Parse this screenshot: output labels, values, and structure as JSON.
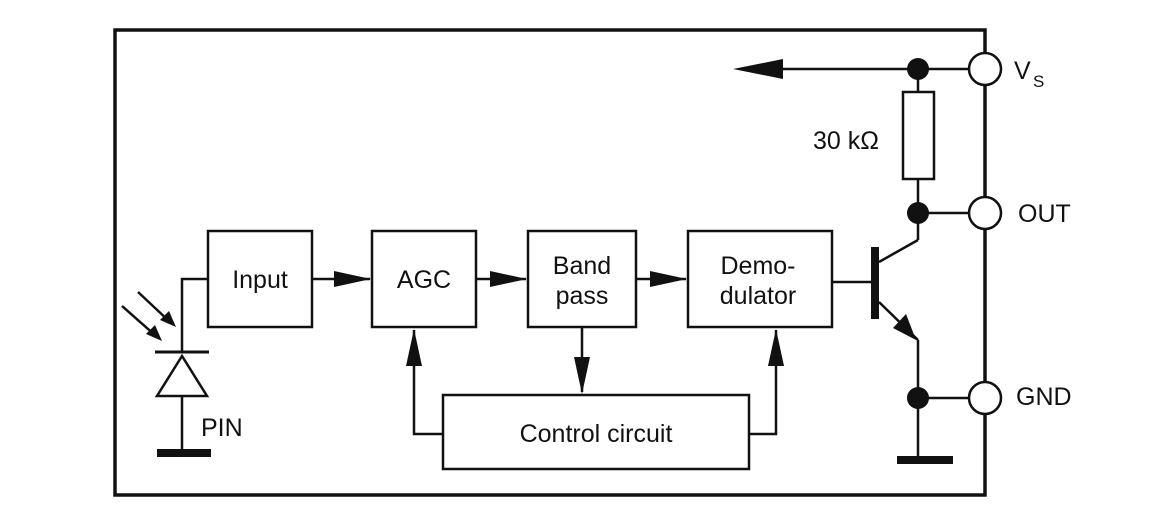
{
  "blocks": {
    "input": "Input",
    "agc": "AGC",
    "bandpass_line1": "Band",
    "bandpass_line2": "pass",
    "demod_line1": "Demo-",
    "demod_line2": "dulator",
    "control": "Control circuit"
  },
  "labels": {
    "pin": "PIN",
    "resistor": "30 kΩ",
    "vs_main": "V",
    "vs_sub": "S",
    "out": "OUT",
    "gnd": "GND"
  }
}
